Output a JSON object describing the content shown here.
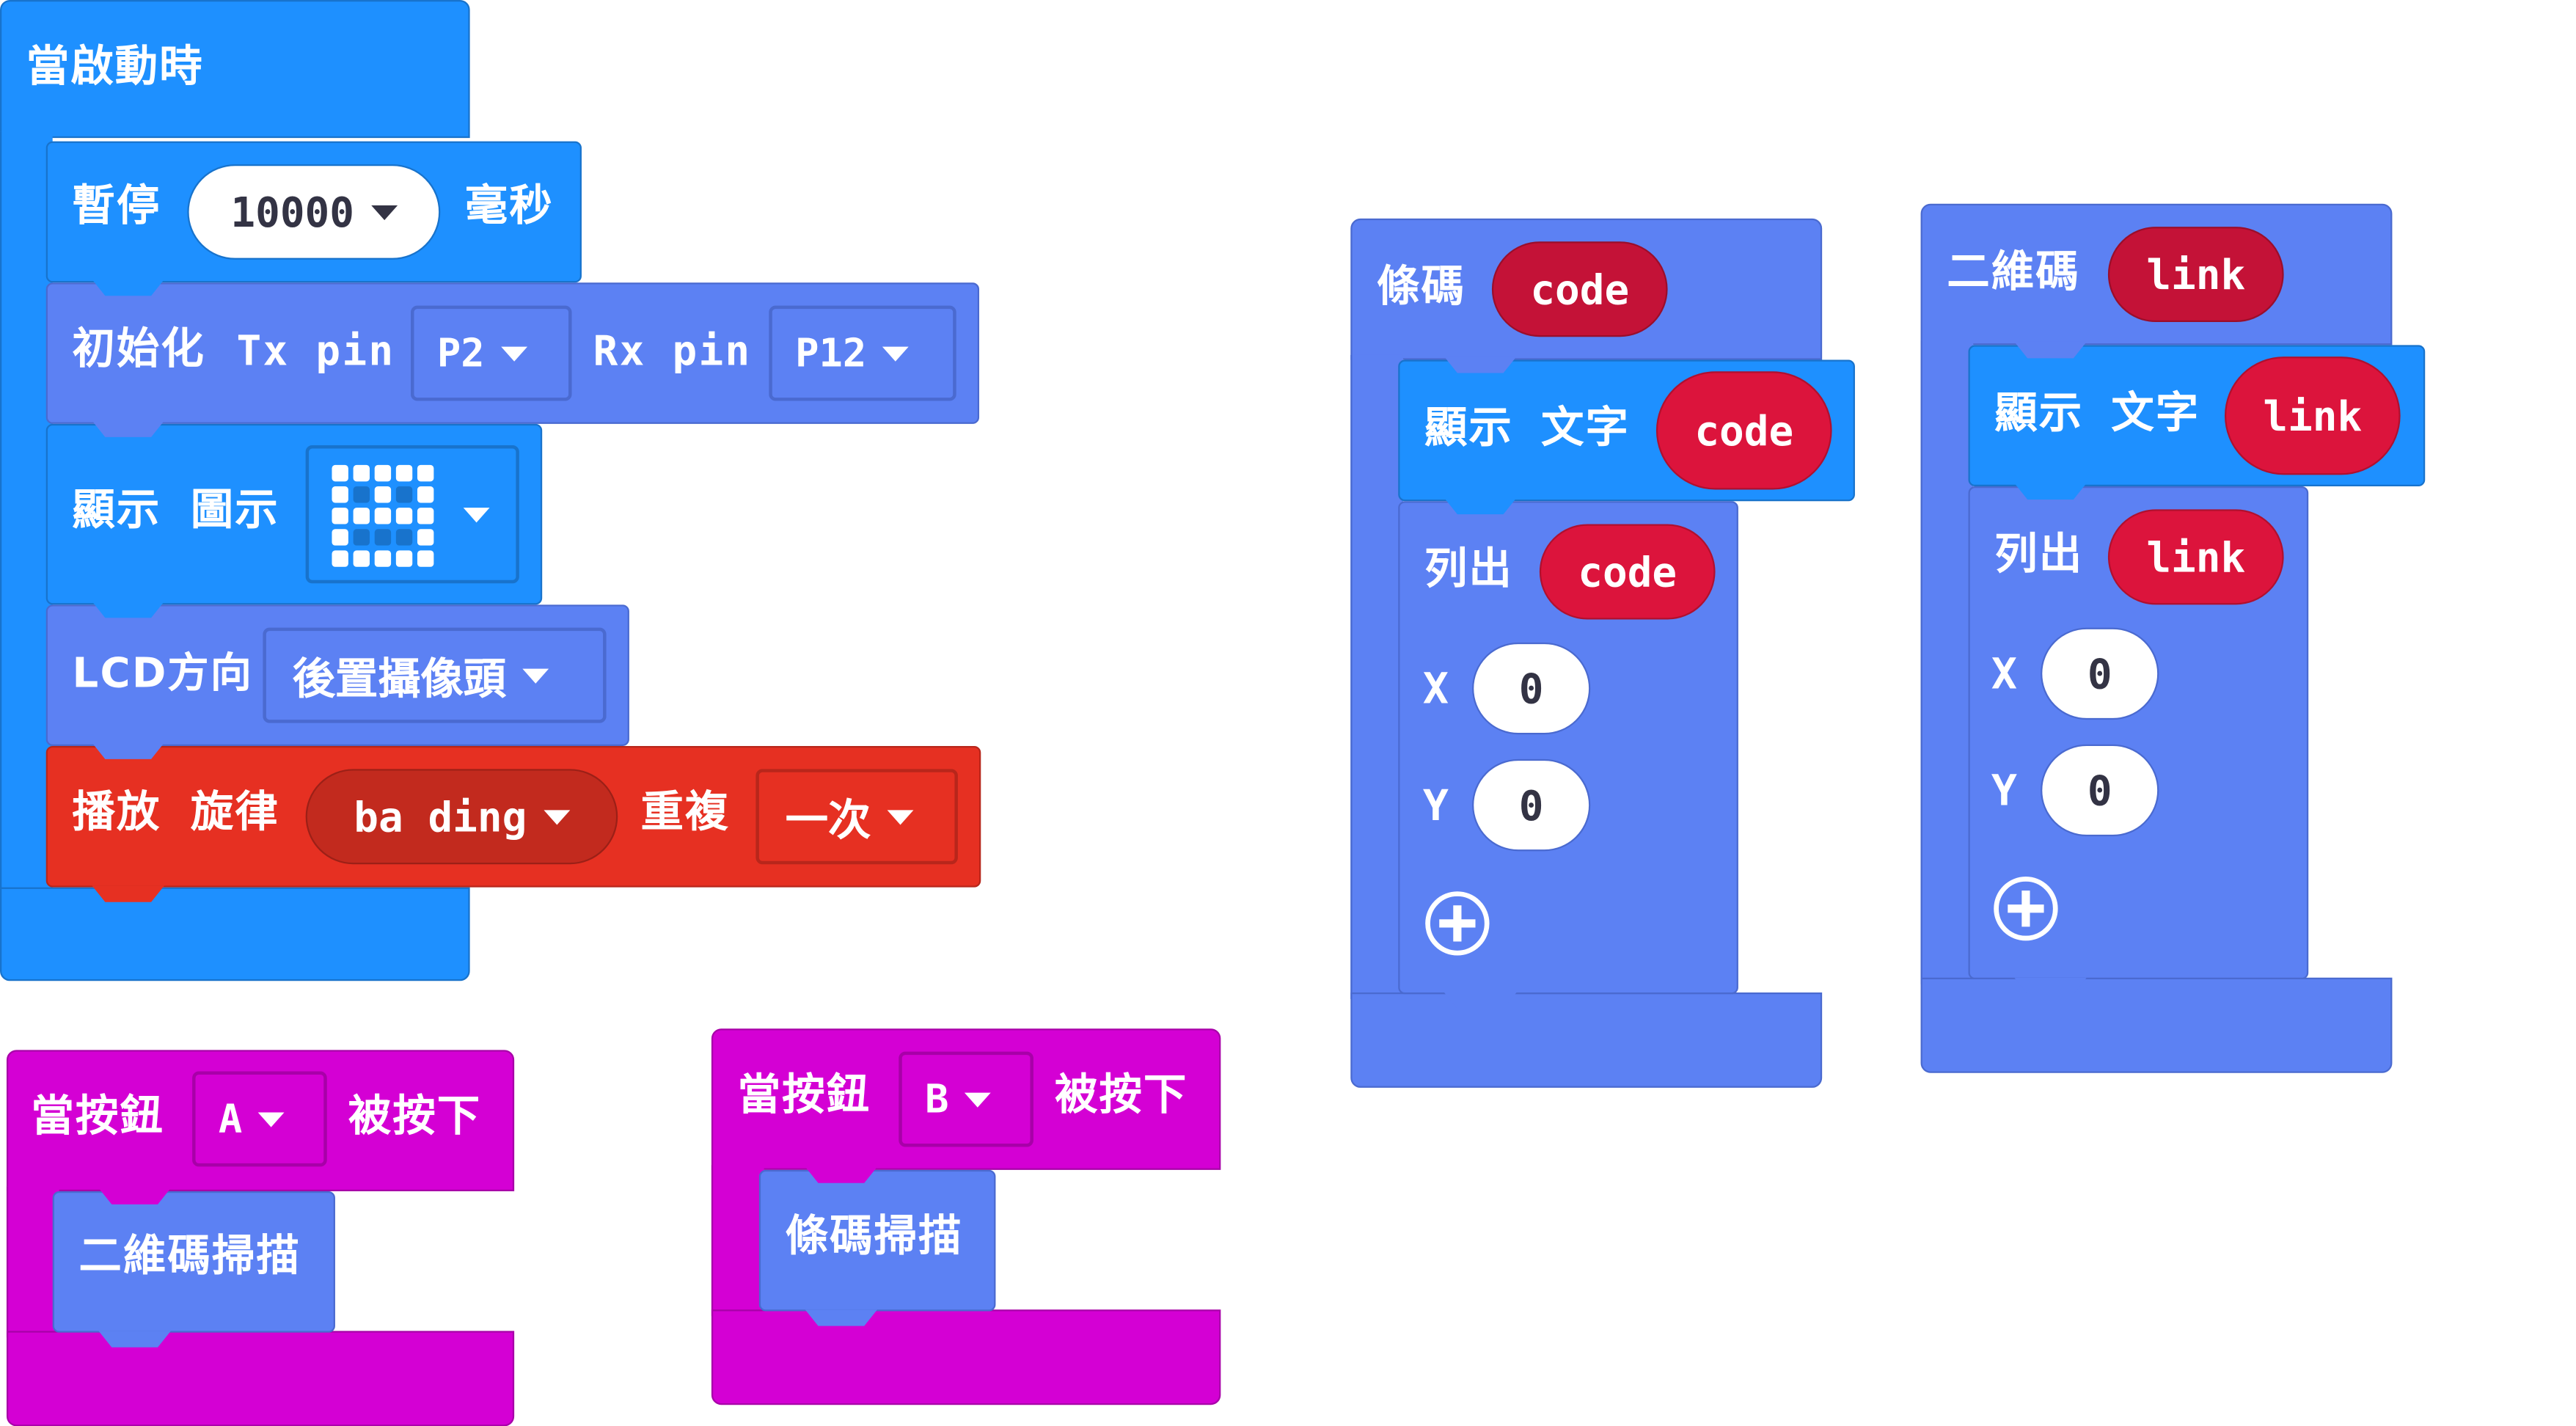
{
  "colors": {
    "basic": "#1e90ff",
    "serial": "#5c81f3",
    "music": "#e63022",
    "input": "#d400d4",
    "variable": "#dc143c",
    "white": "#ffffff"
  },
  "on_start": {
    "hat_label": "當啟動時",
    "pause": {
      "label": "暫停",
      "value": "10000",
      "unit": "毫秒"
    },
    "serial_init": {
      "label": "初始化",
      "tx_label": "Tx pin",
      "tx_value": "P2",
      "rx_label": "Rx pin",
      "rx_value": "P12"
    },
    "show_icon": {
      "label_1": "顯示",
      "label_2": "圖示",
      "icon_grid": [
        [
          1,
          1,
          1,
          1,
          1
        ],
        [
          1,
          0,
          1,
          0,
          1
        ],
        [
          1,
          1,
          1,
          1,
          1
        ],
        [
          1,
          0,
          0,
          0,
          1
        ],
        [
          1,
          1,
          1,
          1,
          1
        ]
      ]
    },
    "lcd": {
      "label": "LCD方向",
      "value": "後置攝像頭"
    },
    "melody": {
      "label_1": "播放",
      "label_2": "旋律",
      "melody": "ba ding",
      "repeat_label": "重複",
      "repeat_value": "一次"
    }
  },
  "button_a": {
    "label_1": "當按鈕",
    "button": "A",
    "label_2": "被按下",
    "action": "二維碼掃描"
  },
  "button_b": {
    "label_1": "當按鈕",
    "button": "B",
    "label_2": "被按下",
    "action": "條碼掃描"
  },
  "barcode_handler": {
    "hat_label": "條碼",
    "param": "code",
    "show_text": {
      "label_1": "顯示",
      "label_2": "文字",
      "value": "code"
    },
    "list": {
      "label": "列出",
      "value": "code",
      "x_label": "X",
      "x_value": "0",
      "y_label": "Y",
      "y_value": "0"
    },
    "add_icon": "plus-circle-icon"
  },
  "qrcode_handler": {
    "hat_label": "二維碼",
    "param": "link",
    "show_text": {
      "label_1": "顯示",
      "label_2": "文字",
      "value": "link"
    },
    "list": {
      "label": "列出",
      "value": "link",
      "x_label": "X",
      "x_value": "0",
      "y_label": "Y",
      "y_value": "0"
    },
    "add_icon": "plus-circle-icon"
  }
}
